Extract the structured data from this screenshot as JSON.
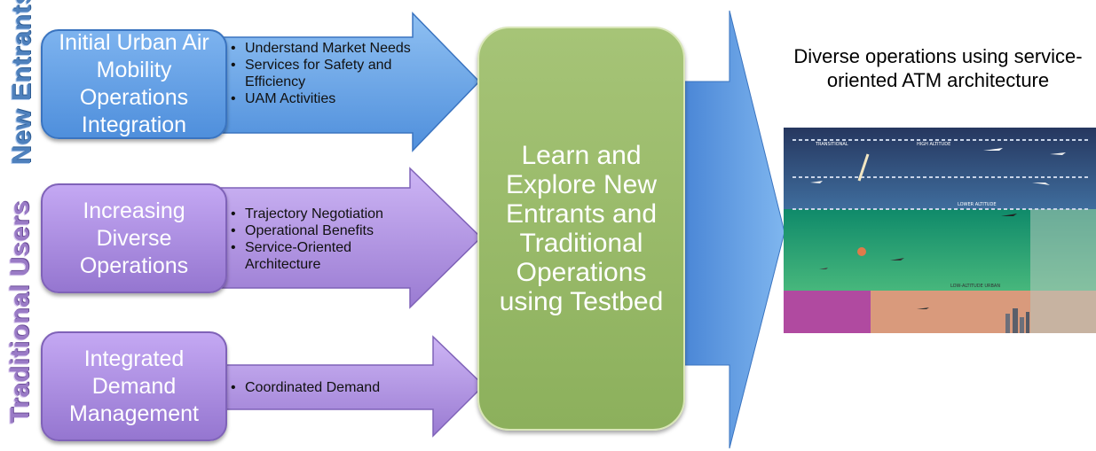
{
  "side_labels": {
    "new_entrants": "New Entrants",
    "traditional_users": "Traditional Users"
  },
  "rows": [
    {
      "title": "Initial Urban Air Mobility Operations Integration",
      "bullets": [
        "Understand Market Needs",
        "Services for Safety and Efficiency",
        "UAM Activities"
      ]
    },
    {
      "title": "Increasing Diverse Operations",
      "bullets": [
        "Trajectory Negotiation",
        "Operational Benefits",
        "Service-Oriented Architecture"
      ]
    },
    {
      "title": "Integrated Demand Management",
      "bullets": [
        "Coordinated Demand"
      ]
    }
  ],
  "center_text": "Learn and Explore New Entrants and Traditional Operations using Testbed",
  "right_title": "Diverse operations using service-oriented ATM architecture",
  "airspace_labels": {
    "transitional": "TRANSITIONAL",
    "high_altitude": "HIGH ALTITUDE",
    "lower_altitude": "LOWER ALTITUDE",
    "low_altitude_urban": "LOW-ALTITUDE URBAN"
  },
  "colors": {
    "blue_box": "#5b9be3",
    "purple_box": "#a98be0",
    "center_box": "#97b868",
    "big_arrow": "#5b9be3"
  }
}
